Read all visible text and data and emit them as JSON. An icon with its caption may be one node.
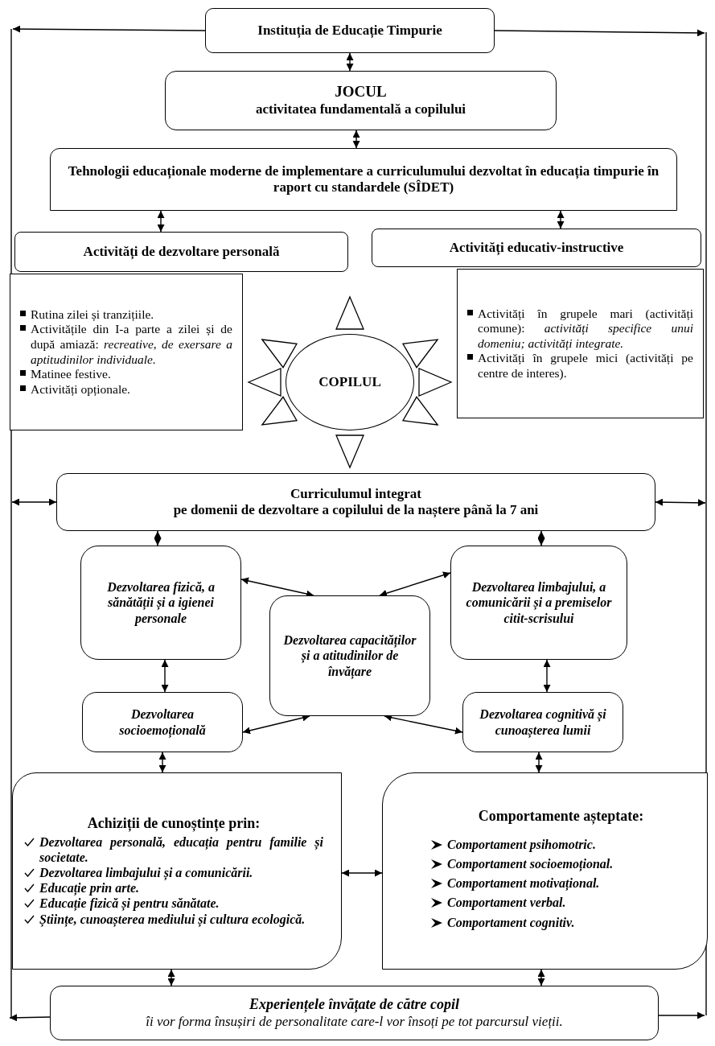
{
  "diagram": {
    "nodes": [
      {
        "text": [
          "Instituția de Educație Timpurie"
        ]
      },
      {
        "text": [
          "JOCUL",
          "activitatea fundamentală a copilului"
        ]
      },
      {
        "text": [
          "Tehnologii educaționale moderne de implementare a curriculumului dezvoltat în educația timpurie în raport cu standardele (SÎDET)"
        ]
      },
      {
        "text": [
          "Activități de dezvoltare personală"
        ]
      },
      {
        "text": [
          "Rutina zilei și tranzițiile.",
          "Activitățile din I-a parte a zilei și de după amiază: *recreative, de exersare a aptitudinilor individuale.*",
          "Matinee festive.",
          "Activități opționale."
        ]
      },
      {
        "text": [
          "Activități educativ-instructive"
        ]
      },
      {
        "text": [
          "Activități în grupele mari (activități comune): *activități specifice unui domeniu; activități integrate.*",
          "Activități în grupele mici (activități pe centre de interes)."
        ]
      },
      {
        "text": [
          "COPILUL"
        ]
      },
      {
        "text": [
          "Curriculumul integrat",
          "pe domenii de dezvoltare a copilului de la naștere până la 7 ani"
        ]
      },
      {
        "text": [
          "Dezvoltarea fizică, a sănătății și a igienei personale"
        ]
      },
      {
        "text": [
          "Dezvoltarea limbajului, a comunicării și a premiselor citit-scrisului"
        ]
      },
      {
        "text": [
          "Dezvoltarea capacităților și a atitudinilor de învățare"
        ]
      },
      {
        "text": [
          "Dezvoltarea socioemoțională"
        ]
      },
      {
        "text": [
          "Dezvoltarea cognitivă și cunoașterea lumii"
        ]
      },
      {
        "text": [
          "Achiziții de cunoștințe prin:",
          "Dezvoltarea personală, educația pentru familie și societate.",
          "Dezvoltarea limbajului și a comunicării.",
          "Educație prin arte.",
          "Educație fizică și pentru sănătate.",
          "Științe, cunoașterea mediului și cultura ecologică."
        ]
      },
      {
        "text": [
          "Comportamente așteptate:",
          "Comportament psihomotric.",
          "Comportament socioemoțional.",
          "Comportament motivațional.",
          "Comportament verbal.",
          "Comportament cognitiv."
        ]
      },
      {
        "text": [
          "Experiențele învățate de către copil",
          "îi vor forma însușiri de personalitate care-l vor însoți pe tot parcursul vieții."
        ]
      }
    ],
    "edges": [
      {
        "from": 0,
        "to": null,
        "arrow": "to"
      },
      {
        "from": 0,
        "to": null,
        "arrow": "to"
      },
      {
        "from": 0,
        "to": 1,
        "arrow": "both"
      },
      {
        "from": 1,
        "to": 2,
        "arrow": "both"
      },
      {
        "from": 2,
        "to": 3,
        "arrow": "both"
      },
      {
        "from": 2,
        "to": 5,
        "arrow": "both"
      },
      {
        "from": null,
        "to": 8,
        "arrow": "both"
      },
      {
        "from": 8,
        "to": null,
        "arrow": "both"
      },
      {
        "from": 8,
        "to": 9,
        "arrow": "both"
      },
      {
        "from": 8,
        "to": 10,
        "arrow": "both"
      },
      {
        "from": 9,
        "to": 11,
        "arrow": "both"
      },
      {
        "from": 10,
        "to": 11,
        "arrow": "both"
      },
      {
        "from": 9,
        "to": 12,
        "arrow": "both"
      },
      {
        "from": 10,
        "to": 13,
        "arrow": "both"
      },
      {
        "from": 12,
        "to": 11,
        "arrow": "both"
      },
      {
        "from": 11,
        "to": 13,
        "arrow": "both"
      },
      {
        "from": 12,
        "to": 14,
        "arrow": "both"
      },
      {
        "from": 13,
        "to": 15,
        "arrow": "both"
      },
      {
        "from": 14,
        "to": 15,
        "arrow": "both"
      },
      {
        "from": 14,
        "to": 16,
        "arrow": "both"
      },
      {
        "from": 15,
        "to": 16,
        "arrow": "both"
      },
      {
        "from": 16,
        "to": null,
        "arrow": "to"
      },
      {
        "from": 16,
        "to": null,
        "arrow": "to"
      }
    ]
  }
}
